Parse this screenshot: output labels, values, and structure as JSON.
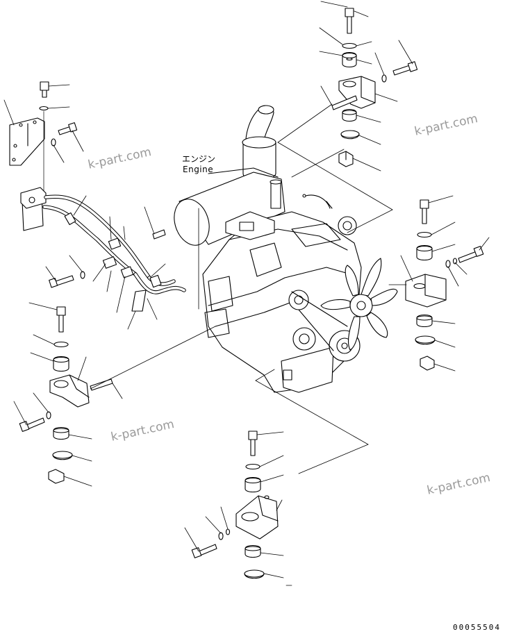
{
  "diagram": {
    "engine_label_jp": "エンジン",
    "engine_label_en": "Engine",
    "watermarks": [
      "k-part.com",
      "k-part.com",
      "k-part.com",
      "k-part.com"
    ],
    "figure_code": "00055504"
  }
}
